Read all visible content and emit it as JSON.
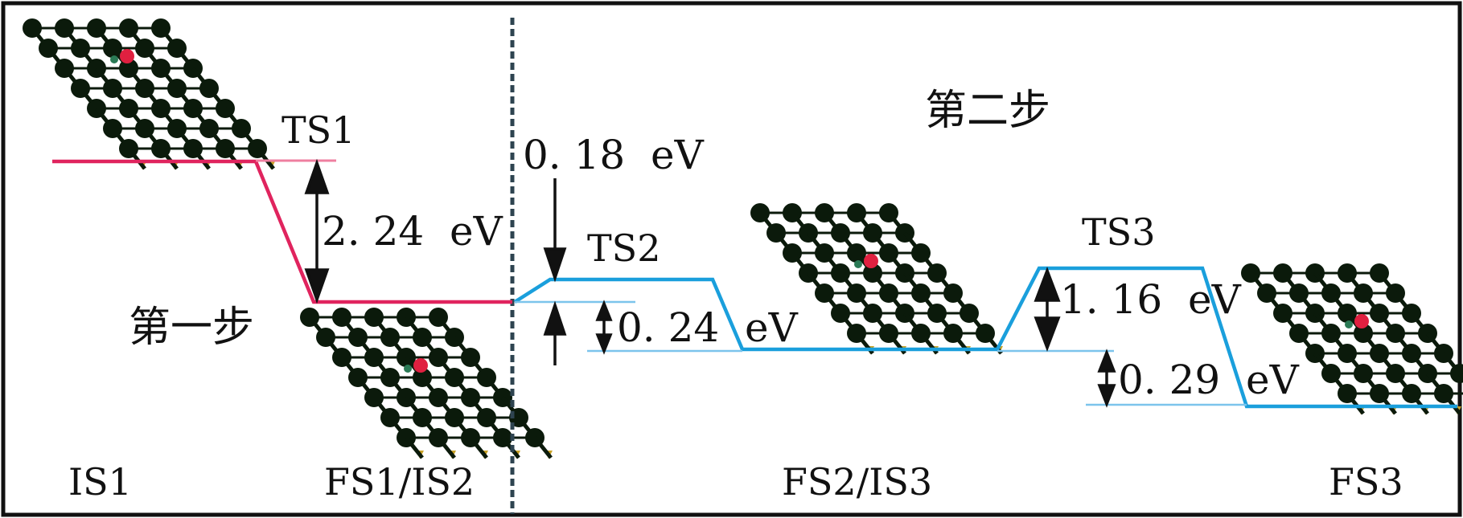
{
  "labels": {
    "ts1": "TS1",
    "ts2": "TS2",
    "ts3": "TS3",
    "is1": "IS1",
    "fs1is2": "FS1/IS2",
    "fs2is3": "FS2/IS3",
    "fs3": "FS3",
    "step1": "第一步",
    "step2": "第二步"
  },
  "energies": {
    "e1": "2. 24  eV",
    "e2": "0. 18  eV",
    "e3": "0. 24  eV",
    "e4": "1. 16  eV",
    "e5": "0. 29  eV"
  },
  "colors": {
    "step1_line": "#e0245e",
    "step2_line": "#1a9fdc",
    "helper_line": "#7cc4ec",
    "atom_dark": "#0b1a0b",
    "atom_yellow": "#c9a227",
    "atom_red": "#e02040",
    "atom_green": "#2a7a55",
    "divider": "#2e4450"
  }
}
